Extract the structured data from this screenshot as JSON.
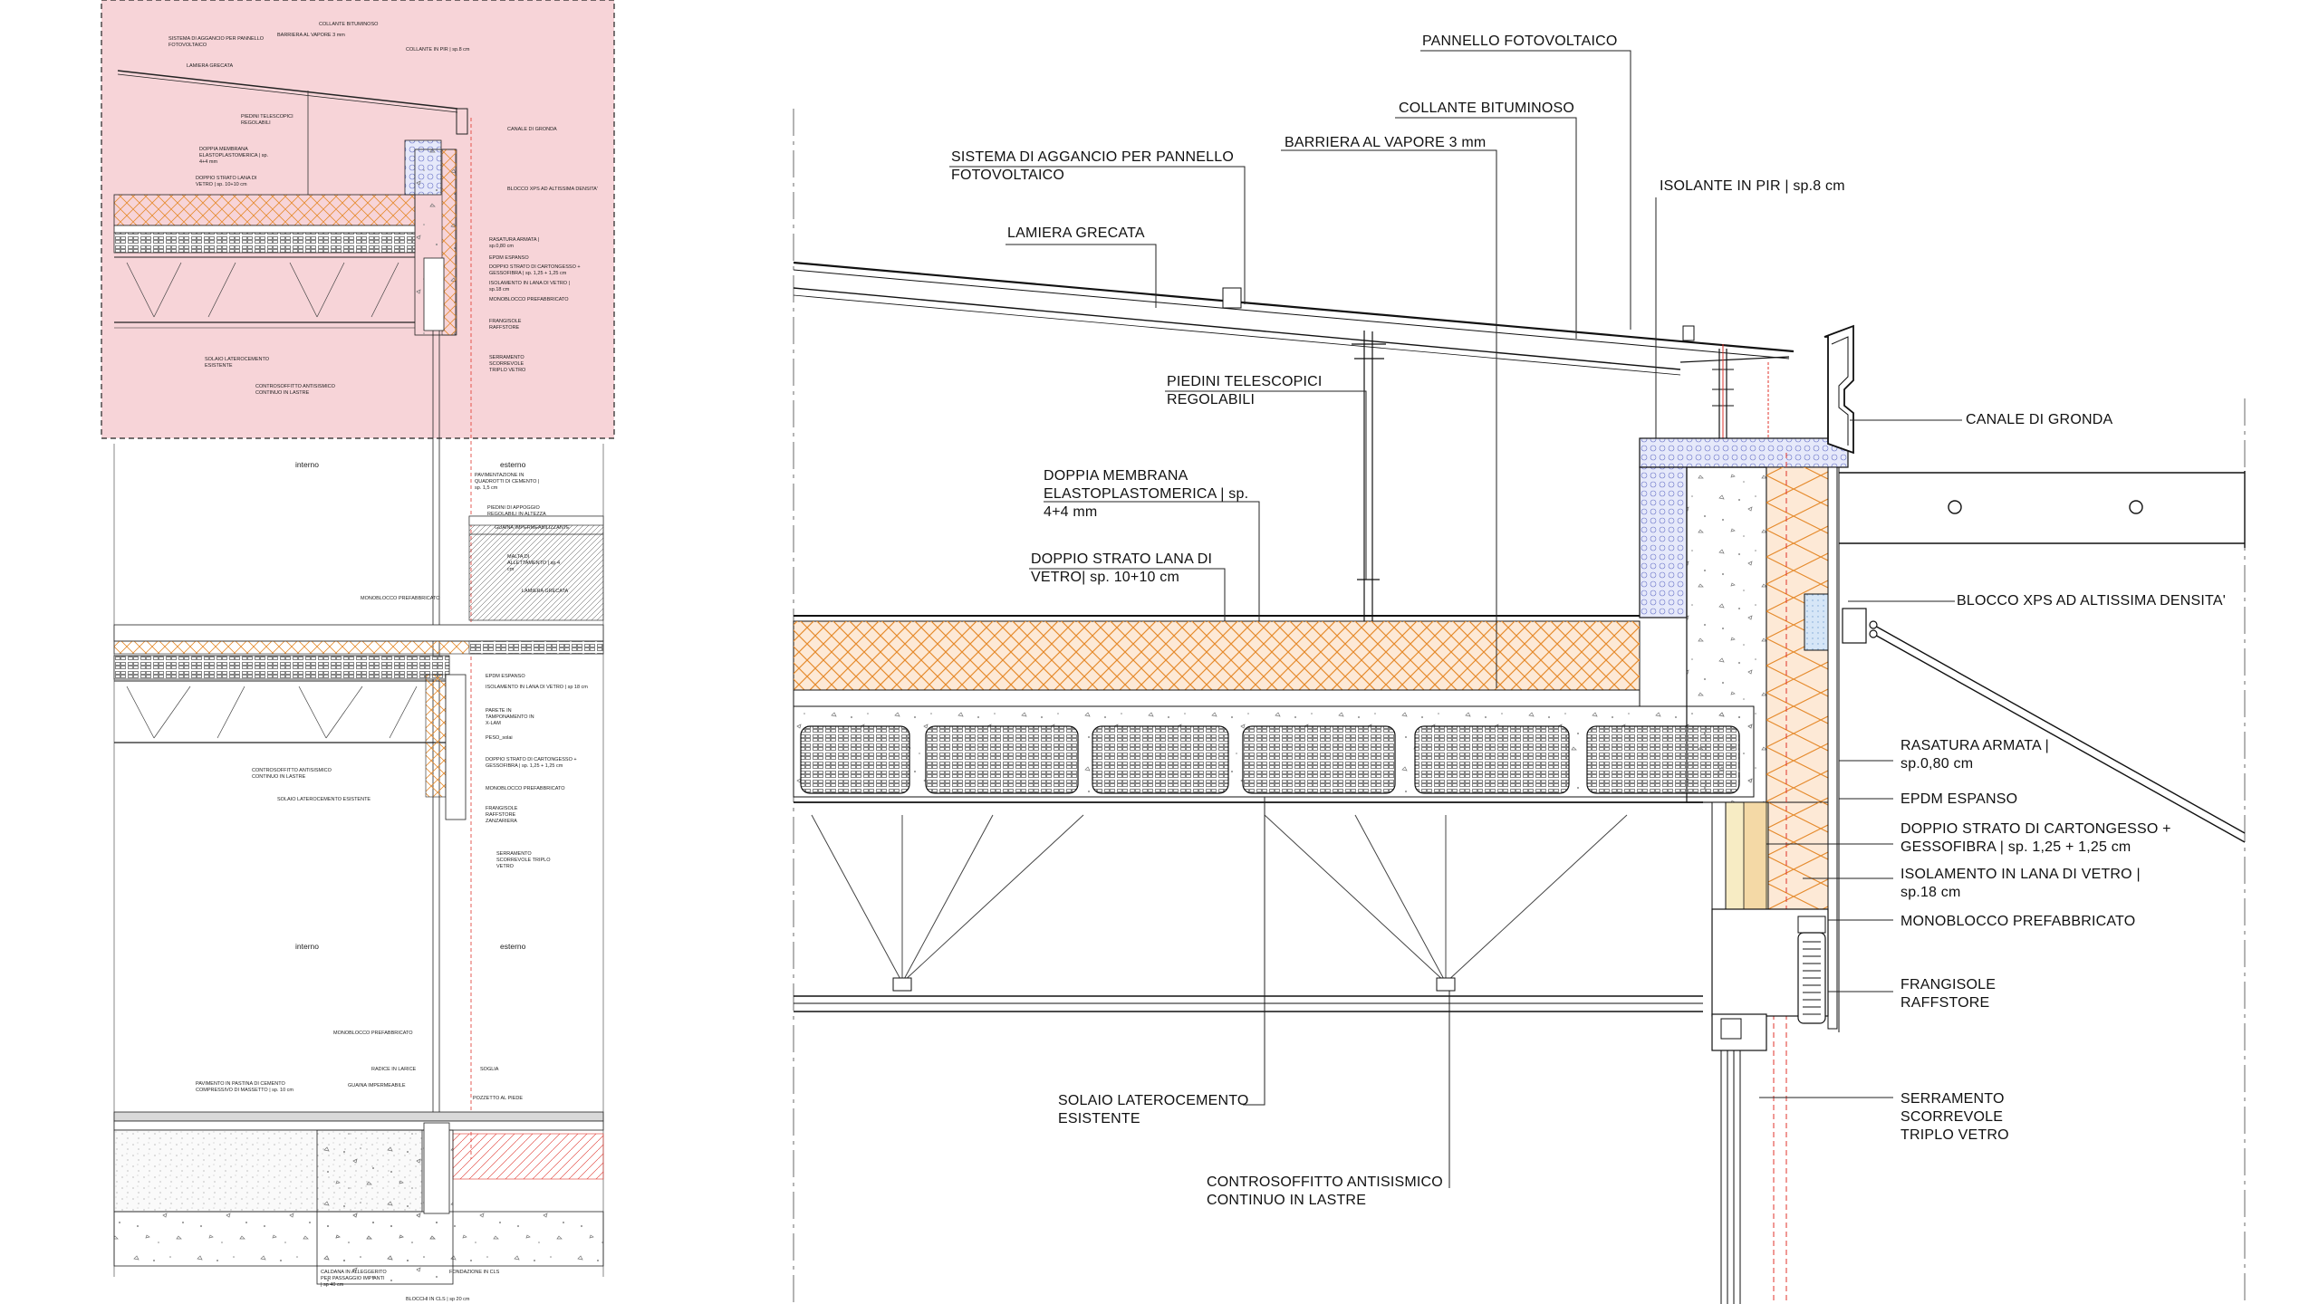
{
  "main_labels": [
    {
      "text": "PANNELLO FOTOVOLTAICO"
    },
    {
      "text": "COLLANTE BITUMINOSO"
    },
    {
      "text": "BARRIERA AL VAPORE 3 mm"
    },
    {
      "text": "SISTEMA DI AGGANCIO PER PANNELLO\nFOTOVOLTAICO"
    },
    {
      "text": "ISOLANTE IN PIR | sp.8 cm"
    },
    {
      "text": "LAMIERA GRECATA"
    },
    {
      "text": "PIEDINI TELESCOPICI\nREGOLABILI"
    },
    {
      "text": "CANALE DI GRONDA"
    },
    {
      "text": "DOPPIA MEMBRANA\nELASTOPLASTOMERICA | sp.\n4+4 mm"
    },
    {
      "text": "DOPPIO STRATO LANA DI\nVETRO| sp. 10+10 cm"
    },
    {
      "text": "BLOCCO XPS AD ALTISSIMA DENSITA'"
    },
    {
      "text": "RASATURA ARMATA |\nsp.0,80 cm"
    },
    {
      "text": "EPDM ESPANSO"
    },
    {
      "text": "DOPPIO STRATO DI CARTONGESSO +\nGESSOFIBRA | sp. 1,25 + 1,25 cm"
    },
    {
      "text": "ISOLAMENTO IN LANA DI VETRO |\nsp.18 cm"
    },
    {
      "text": "MONOBLOCCO PREFABBRICATO"
    },
    {
      "text": "FRANGISOLE\nRAFFSTORE"
    },
    {
      "text": "SOLAIO LATEROCEMENTO\nESISTENTE"
    },
    {
      "text": "SERRAMENTO\nSCORREVOLE\nTRIPLO VETRO"
    },
    {
      "text": "CONTROSOFFITTO ANTISISMICO\nCONTINUO IN LASTRE"
    }
  ],
  "detail_labels": [
    {
      "text": "COLLANTE BITUMINOSO"
    },
    {
      "text": "SISTEMA DI AGGANCIO PER PANNELLO\nFOTOVOLTAICO"
    },
    {
      "text": "BARRIERA AL VAPORE 3 mm"
    },
    {
      "text": "COLLANTE IN PIR | sp.8 cm"
    },
    {
      "text": "LAMIERA GRECATA"
    },
    {
      "text": "PIEDINI TELESCOPICI\nREGOLABILI"
    },
    {
      "text": "CANALE DI GRONDA"
    },
    {
      "text": "DOPPIA MEMBRANA\nELASTOPLASTOMERICA | sp.\n4+4 mm"
    },
    {
      "text": "DOPPIO STRATO LANA DI\nVETRO | sp. 10+10 cm"
    },
    {
      "text": "BLOCCO XPS AD ALTISSIMA DENSITA'"
    },
    {
      "text": "RASATURA ARMATA |\nsp.0,80 cm"
    },
    {
      "text": "EPDM ESPANSO"
    },
    {
      "text": "DOPPIO STRATO DI CARTONGESSO +\nGESSOFIBRA | sp. 1,25 + 1,25 cm"
    },
    {
      "text": "ISOLAMENTO IN LANA DI VETRO |\nsp.18 cm"
    },
    {
      "text": "MONOBLOCCO PREFABBRICATO"
    },
    {
      "text": "FRANGISOLE\nRAFFSTORE"
    },
    {
      "text": "SOLAIO LATEROCEMENTO\nESISTENTE"
    },
    {
      "text": "SERRAMENTO\nSCORREVOLE\nTRIPLO VETRO"
    },
    {
      "text": "CONTROSOFFITTO ANTISISMICO\nCONTINUO IN LASTRE"
    }
  ],
  "section_labels": [
    {
      "text": "interno"
    },
    {
      "text": "esterno"
    },
    {
      "text": "PAVIMENTAZIONE IN\nQUADROTTI DI CEMENTO |\nsp. 1,5 cm"
    },
    {
      "text": "PIEDINI DI APPOGGIO\nREGOLABILI IN ALTEZZA"
    },
    {
      "text": "GUAINA IMPERMEABILIZZANTE"
    },
    {
      "text": "MALTA DI\nALLETTAMENTO | sp 4\ncm"
    },
    {
      "text": "LAMIERA GRECATA"
    },
    {
      "text": "MONOBLOCCO PREFABBRICATO"
    },
    {
      "text": "EPDM ESPANSO"
    },
    {
      "text": "ISOLAMENTO IN LANA DI VETRO | sp 18 cm"
    },
    {
      "text": "PARETE IN\nTAMPONAMENTO IN\nX-LAM"
    },
    {
      "text": "PESO_solai"
    },
    {
      "text": "DOPPIO STRATO DI CARTONGESSO +\nGESSOFIBRA | sp. 1,25 + 1,25 cm"
    },
    {
      "text": "CONTROSOFFITTO ANTISISMICO\nCONTINUO IN LASTRE"
    },
    {
      "text": "SOLAIO LATEROCEMENTO ESISTENTE"
    },
    {
      "text": "MONOBLOCCO PREFABBRICATO"
    },
    {
      "text": "FRANGISOLE\nRAFFSTORE\nZANZARIERA"
    },
    {
      "text": "SERRAMENTO\nSCORREVOLE TRIPLO\nVETRO"
    },
    {
      "text": "interno"
    },
    {
      "text": "esterno"
    },
    {
      "text": "MONOBLOCCO PREFABBRICATO"
    },
    {
      "text": "RADICE IN LARICE"
    },
    {
      "text": "SOGLIA"
    },
    {
      "text": "PAVIMENTO IN PASTINA DI CEMENTO\nCOMPRESSIVO DI MASSETTO | sp. 10 cm"
    },
    {
      "text": "GUAINA IMPERMEABILE"
    },
    {
      "text": "POZZETTO AL PIEDE"
    },
    {
      "text": "CALDANA IN ALLEGGERITO\nPER PASSAGGIO IMPIANTI\n| sp 40 cm"
    },
    {
      "text": "FONDAZIONE IN CLS"
    },
    {
      "text": "BLOCCHI IN CLS | sp 20 cm"
    }
  ],
  "colors": {
    "highlight_fill": "#f7d4d8",
    "insulation_fill": "#fde9d6",
    "insulation_stroke": "#e58a2c",
    "pir_fill": "#d7dcf4",
    "xps_fill": "#cfe2f7",
    "red_line": "#e0332b",
    "line": "#1a1a1a"
  }
}
